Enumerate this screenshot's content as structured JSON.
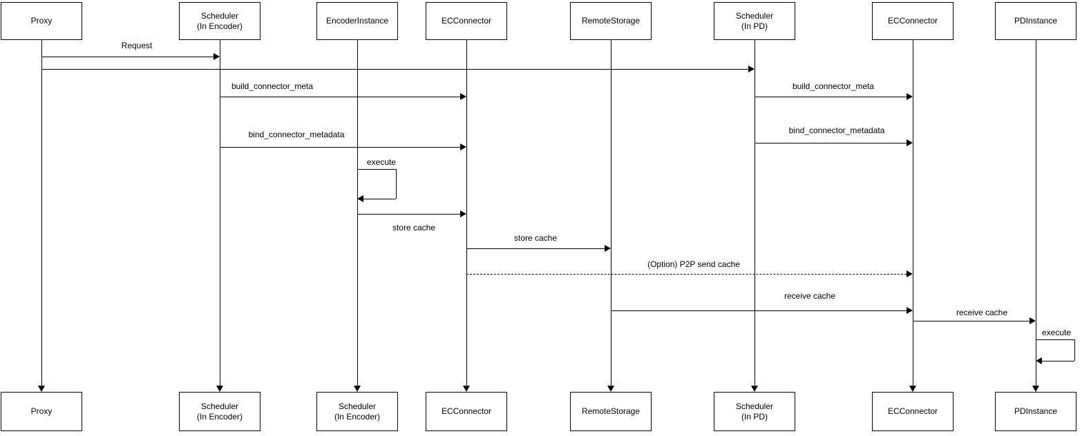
{
  "colors": {
    "line": "#000000",
    "background": "#ffffff",
    "text": "#000000"
  },
  "actors": [
    {
      "top_label": "Proxy",
      "bottom_label": "Proxy"
    },
    {
      "top_label": "Scheduler\n(In Encoder)",
      "bottom_label": "Scheduler\n(In Encoder)"
    },
    {
      "top_label": "EncoderInstance",
      "bottom_label": "Scheduler\n(In Encoder)"
    },
    {
      "top_label": "ECConnector",
      "bottom_label": "ECConnector"
    },
    {
      "top_label": "RemoteStorage",
      "bottom_label": "RemoteStorage"
    },
    {
      "top_label": "Scheduler\n(In PD)",
      "bottom_label": "Scheduler\n(In PD)"
    },
    {
      "top_label": "ECConnector",
      "bottom_label": "ECConnector"
    },
    {
      "top_label": "PDInstance",
      "bottom_label": "PDInstance"
    }
  ],
  "messages": [
    {
      "label": "Request"
    },
    {
      "label": "build_connector_meta"
    },
    {
      "label": "build_connector_meta"
    },
    {
      "label": "bind_connector_metadata"
    },
    {
      "label": "bind_connector_metadata"
    },
    {
      "label": "execute"
    },
    {
      "label": "store cache"
    },
    {
      "label": "store cache"
    },
    {
      "label": "(Option) P2P send cache"
    },
    {
      "label": "receive cache"
    },
    {
      "label": "receive cache"
    },
    {
      "label": "execute"
    }
  ]
}
